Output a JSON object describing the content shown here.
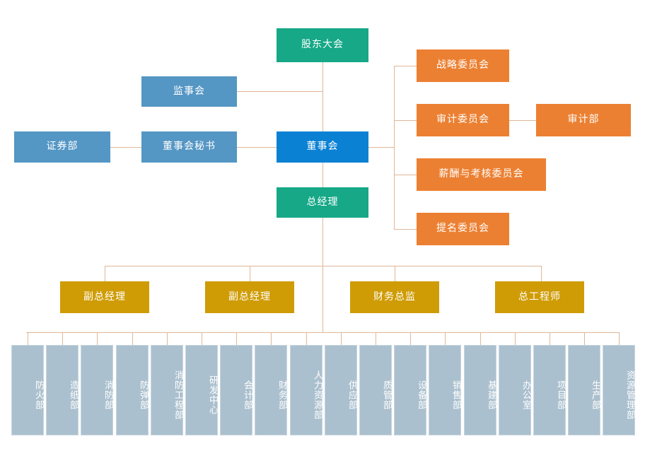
{
  "diagram": {
    "type": "org-chart",
    "title_text": "",
    "colors": {
      "green": "#16a887",
      "blue_mid": "#5496c4",
      "blue_bright": "#0b81d4",
      "orange": "#ec8032",
      "gold": "#cf9c06",
      "department": "#abc0ce",
      "connector": "#dfb79a",
      "background": "#ffffff",
      "label_text": "#ffffff"
    }
  },
  "nodes": {
    "shareholders_meeting": {
      "label": "股东大会",
      "color": "green",
      "level": "governance"
    },
    "supervisory_board": {
      "label": "监事会",
      "color": "blue-mid",
      "level": "governance"
    },
    "securities_dept": {
      "label": "证券部",
      "color": "blue-mid",
      "level": "governance"
    },
    "board_secretary": {
      "label": "董事会秘书",
      "color": "blue-mid",
      "level": "governance"
    },
    "board_of_directors": {
      "label": "董事会",
      "color": "blue-bright",
      "level": "governance"
    },
    "general_manager": {
      "label": "总经理",
      "color": "green",
      "level": "executive"
    }
  },
  "committees": [
    {
      "label": "战略委员会",
      "color": "orange"
    },
    {
      "label": "审计委员会",
      "color": "orange"
    },
    {
      "label": "薪酬与考核委员会",
      "color": "orange"
    },
    {
      "label": "提名委员会",
      "color": "orange"
    }
  ],
  "audit_department": {
    "label": "审计部",
    "color": "orange"
  },
  "management": [
    {
      "label": "副总经理",
      "color": "gold"
    },
    {
      "label": "副总经理",
      "color": "gold"
    },
    {
      "label": "财务总监",
      "color": "gold"
    },
    {
      "label": "总工程师",
      "color": "gold"
    }
  ],
  "departments": [
    {
      "label": "防火部"
    },
    {
      "label": "造纸部"
    },
    {
      "label": "消防部"
    },
    {
      "label": "防弹部"
    },
    {
      "label": "消防工程部"
    },
    {
      "label": "研发中心"
    },
    {
      "label": "会计部"
    },
    {
      "label": "财务部"
    },
    {
      "label": "人力资源部"
    },
    {
      "label": "供应部"
    },
    {
      "label": "质管部"
    },
    {
      "label": "设备部"
    },
    {
      "label": "销售部"
    },
    {
      "label": "基建部"
    },
    {
      "label": "办公室"
    },
    {
      "label": "项目部"
    },
    {
      "label": "生产部"
    },
    {
      "label": "资源管理部"
    }
  ]
}
